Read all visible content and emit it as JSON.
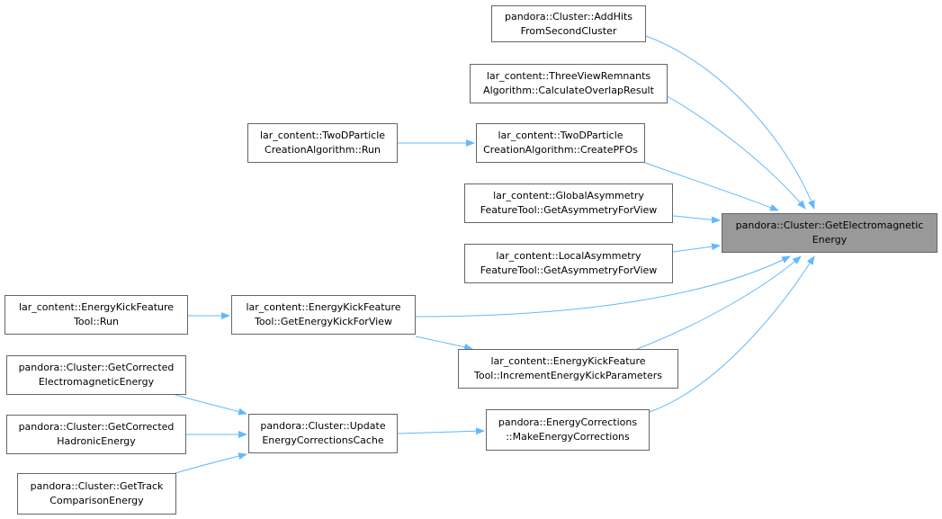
{
  "diagram": {
    "edge_color": "#63b8ff",
    "root_fill": "#999999",
    "node_border": "#666666",
    "nodes": [
      {
        "id": "root",
        "lines": [
          "pandora::Cluster::GetElectromagnetic",
          "Energy"
        ],
        "root": true
      },
      {
        "id": "add_hits",
        "lines": [
          "pandora::Cluster::AddHits",
          "FromSecondCluster"
        ]
      },
      {
        "id": "three_view",
        "lines": [
          "lar_content::ThreeViewRemnants",
          "Algorithm::CalculateOverlapResult"
        ]
      },
      {
        "id": "twod_run",
        "lines": [
          "lar_content::TwoDParticle",
          "CreationAlgorithm::Run"
        ]
      },
      {
        "id": "twod_create",
        "lines": [
          "lar_content::TwoDParticle",
          "CreationAlgorithm::CreatePFOs"
        ]
      },
      {
        "id": "global_asym",
        "lines": [
          "lar_content::GlobalAsymmetry",
          "FeatureTool::GetAsymmetryForView"
        ]
      },
      {
        "id": "local_asym",
        "lines": [
          "lar_content::LocalAsymmetry",
          "FeatureTool::GetAsymmetryForView"
        ]
      },
      {
        "id": "ek_run",
        "lines": [
          "lar_content::EnergyKickFeature",
          "Tool::Run"
        ]
      },
      {
        "id": "ek_get",
        "lines": [
          "lar_content::EnergyKickFeature",
          "Tool::GetEnergyKickForView"
        ]
      },
      {
        "id": "ek_inc",
        "lines": [
          "lar_content::EnergyKickFeature",
          "Tool::IncrementEnergyKickParameters"
        ]
      },
      {
        "id": "corr_em",
        "lines": [
          "pandora::Cluster::GetCorrected",
          "ElectromagneticEnergy"
        ]
      },
      {
        "id": "corr_had",
        "lines": [
          "pandora::Cluster::GetCorrected",
          "HadronicEnergy"
        ]
      },
      {
        "id": "track_comp",
        "lines": [
          "pandora::Cluster::GetTrack",
          "ComparisonEnergy"
        ]
      },
      {
        "id": "update_cache",
        "lines": [
          "pandora::Cluster::Update",
          "EnergyCorrectionsCache"
        ]
      },
      {
        "id": "make_corr",
        "lines": [
          "pandora::EnergyCorrections",
          "::MakeEnergyCorrections"
        ]
      }
    ],
    "edges": [
      {
        "from": "add_hits",
        "to": "root"
      },
      {
        "from": "three_view",
        "to": "root"
      },
      {
        "from": "twod_create",
        "to": "root"
      },
      {
        "from": "global_asym",
        "to": "root"
      },
      {
        "from": "local_asym",
        "to": "root"
      },
      {
        "from": "ek_get",
        "to": "root"
      },
      {
        "from": "ek_inc",
        "to": "root"
      },
      {
        "from": "make_corr",
        "to": "root"
      },
      {
        "from": "twod_run",
        "to": "twod_create"
      },
      {
        "from": "ek_run",
        "to": "ek_get"
      },
      {
        "from": "ek_get",
        "to": "ek_inc"
      },
      {
        "from": "corr_em",
        "to": "update_cache"
      },
      {
        "from": "corr_had",
        "to": "update_cache"
      },
      {
        "from": "track_comp",
        "to": "update_cache"
      },
      {
        "from": "update_cache",
        "to": "make_corr"
      }
    ]
  }
}
